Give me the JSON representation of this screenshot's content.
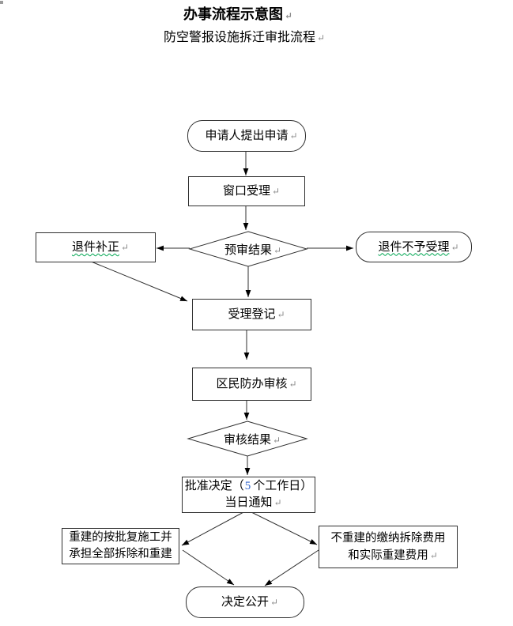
{
  "page": {
    "title": "办事流程示意图",
    "subtitle": "防空警报设施拆迁审批流程",
    "return_mark": "↵"
  },
  "colors": {
    "connector_line": "#2f2f2f",
    "shape_border": "#2f2f2f",
    "number_highlight": "#3366cc",
    "spellcheck_underline": "#00a651",
    "return_mark_gray": "#8a8a8a"
  },
  "nodes": {
    "start": {
      "label": "申请人提出申请"
    },
    "window": {
      "label": "窗口受理"
    },
    "pre_review": {
      "label": "预审结果"
    },
    "return_correct": {
      "label": "退件补正"
    },
    "reject": {
      "label": "退件不予受理"
    },
    "register": {
      "label": "受理登记"
    },
    "review": {
      "label": "区民防办审核"
    },
    "review_result": {
      "label": "审核结果"
    },
    "approve": {
      "line1_prefix": "批准决定（",
      "line1_number": "5",
      "line1_suffix": "个工作日）",
      "line2": "当日通知"
    },
    "rebuild": {
      "line1": "重建的按批复施工并",
      "line2": "承担全部拆除和重建"
    },
    "no_rebuild": {
      "line1": "不重建的缴纳拆除费用",
      "line2": "和实际重建费用"
    },
    "publish": {
      "label": "决定公开"
    }
  }
}
